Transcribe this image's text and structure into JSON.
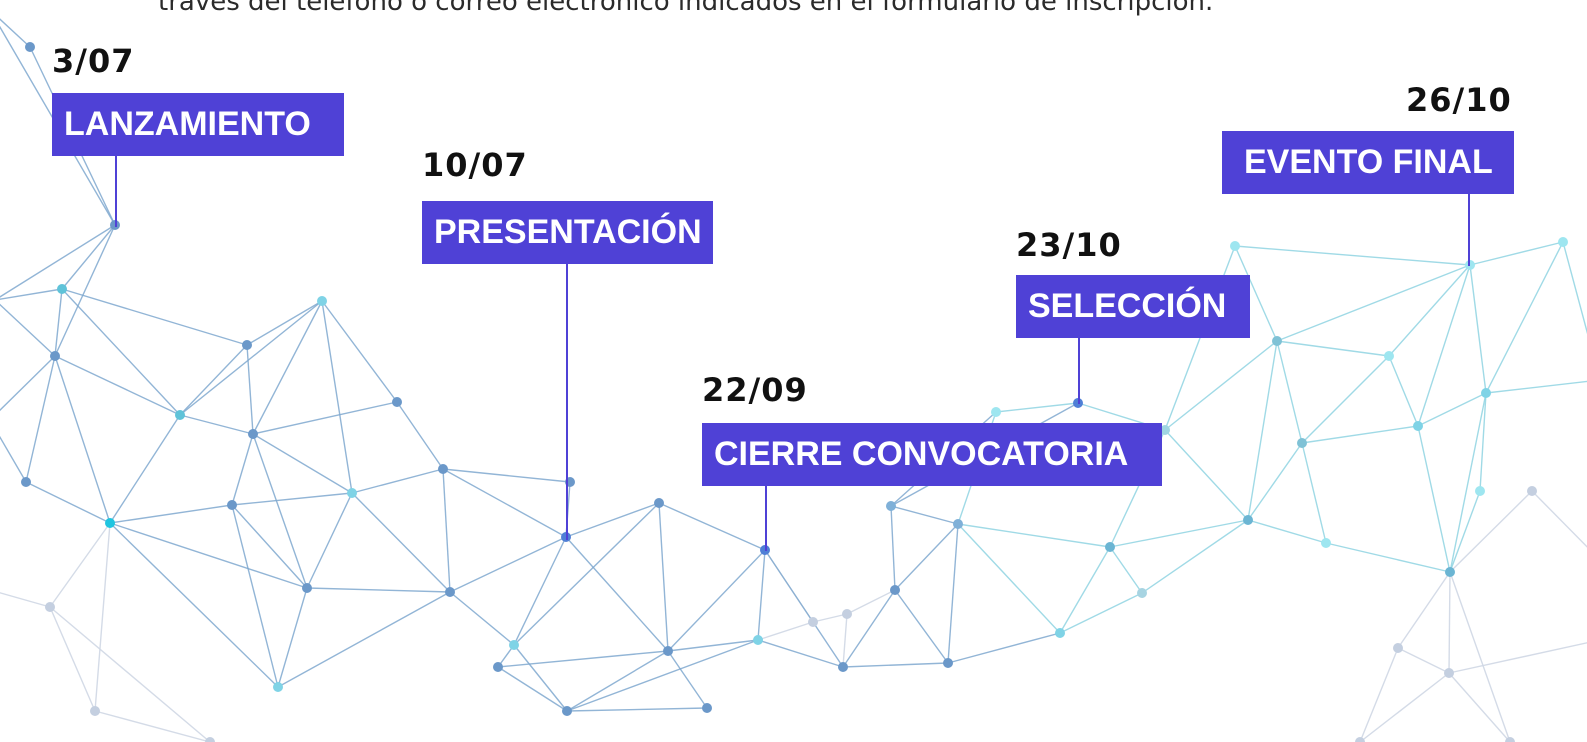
{
  "intro_text": "través del teléfono o correo electrónico indicados en el formulario de inscripción.",
  "accent_color": "#4f41d6",
  "milestones": [
    {
      "date": "3/07",
      "label": "LANZAMIENTO"
    },
    {
      "date": "10/07",
      "label": "PRESENTACIÓN"
    },
    {
      "date": "22/09",
      "label": "CIERRE CONVOCATORIA"
    },
    {
      "date": "23/10",
      "label": "SELECCIÓN"
    },
    {
      "date": "26/10",
      "label": "EVENTO FINAL"
    }
  ]
}
